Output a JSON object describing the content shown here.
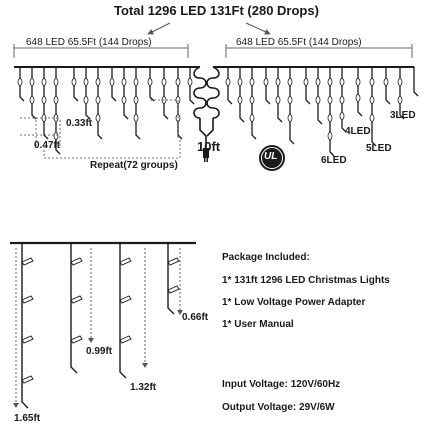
{
  "top_diagram": {
    "title": "Total 1296 LED 131Ft (280 Drops)",
    "left_segment": "648 LED 65.5Ft (144 Drops)",
    "right_segment": "648 LED 65.5Ft (144 Drops)",
    "spacing_vertical": "0.33ft",
    "spacing_horizontal": "0.47ft",
    "repeat_note": "Repeat(72 groups)",
    "lead_length": "10ft",
    "certification": "UL",
    "drop_labels": [
      "3LED",
      "4LED",
      "5LED",
      "6LED"
    ]
  },
  "bottom_diagram": {
    "drop_lengths": [
      "0.66ft",
      "0.99ft",
      "1.32ft",
      "1.65ft"
    ]
  },
  "package": {
    "heading": "Package Included:",
    "items": [
      "1* 131ft 1296 LED Christmas Lights",
      "1* Low Voltage Power Adapter",
      "1* User Manual"
    ],
    "input_voltage": "Input Voltage: 120V/60Hz",
    "output_voltage": "Output Voltage: 29V/6W"
  },
  "colors": {
    "wire": "#1a1a1a",
    "bulb": "#ffffff",
    "bulb_glow": "#f2f2f2"
  }
}
